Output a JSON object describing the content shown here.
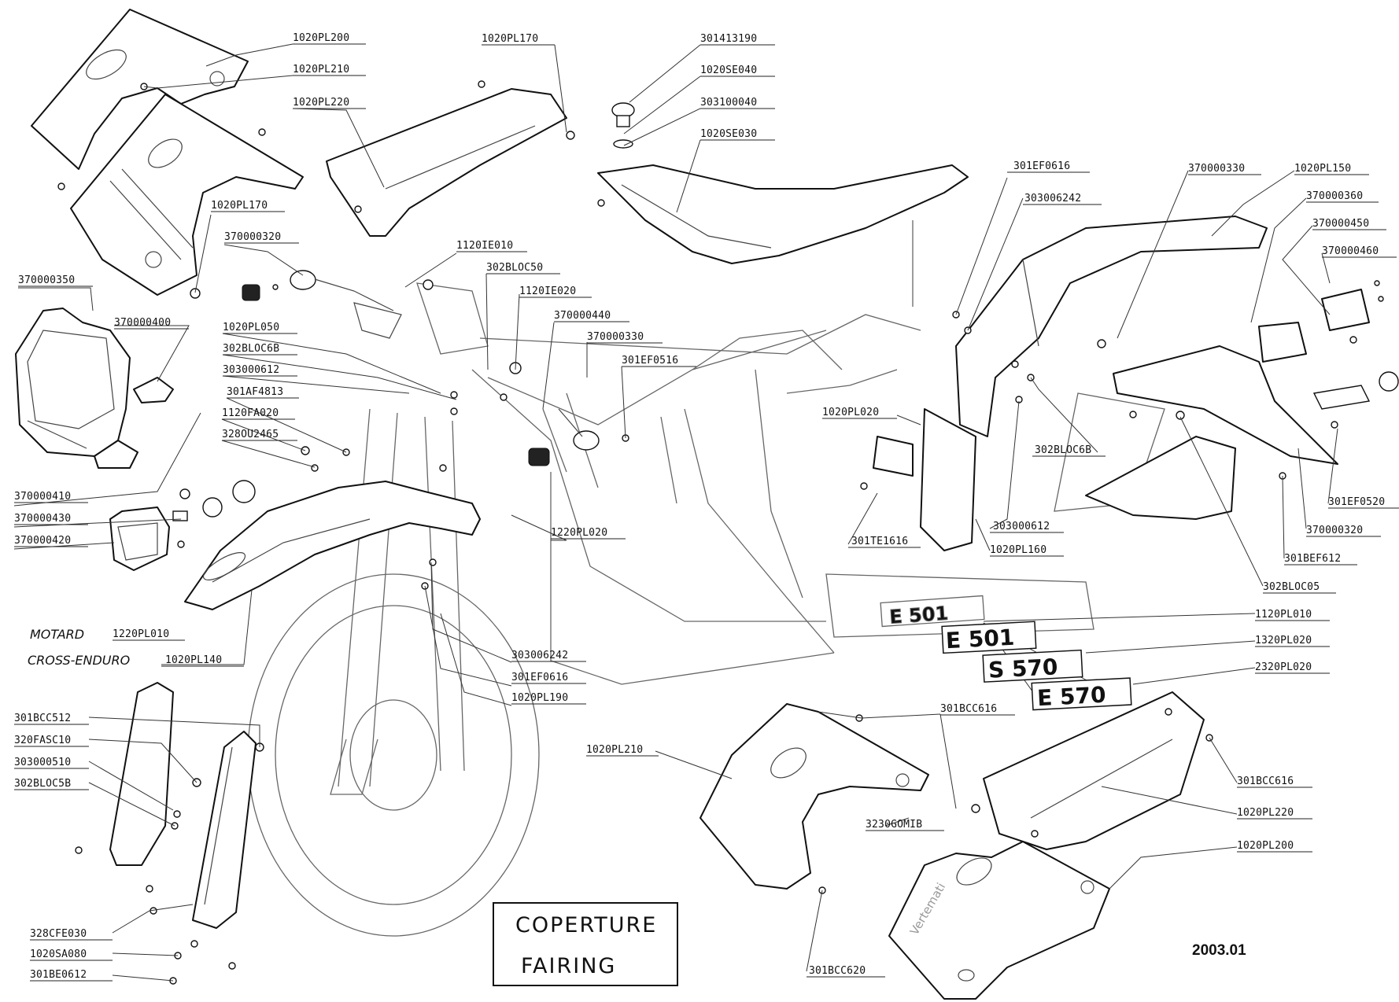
{
  "title_box": {
    "line1": "COPERTURE",
    "line2": "FAIRING"
  },
  "date": "2003.01",
  "motard_label": "MOTARD",
  "cross_enduro_label": "CROSS-ENDURO",
  "decals": [
    "E 501",
    "S 570",
    "E 570"
  ],
  "frame_decal": "E 501",
  "watermark": "Vertemati",
  "part_labels": [
    "1020PL200",
    "1020PL210",
    "1020PL220",
    "1020PL170",
    "301413190",
    "1020SE040",
    "303100040",
    "1020SE030",
    "1020PL170",
    "370000320",
    "1120IE010",
    "302BLOC50",
    "1120IE020",
    "370000440",
    "370000330",
    "301EF0516",
    "370000350",
    "370000400",
    "1020PL050",
    "302BLOC6B",
    "303000612",
    "301AF4813",
    "1120FA020",
    "328OU2465",
    "370000410",
    "370000430",
    "370000420",
    "1220PL010",
    "1020PL140",
    "1220PL020",
    "303006242",
    "301EF0616",
    "1020PL190",
    "301EF0616",
    "303006242",
    "370000330",
    "1020PL150",
    "370000360",
    "370000450",
    "370000460",
    "1020PL020",
    "302BLOC6B",
    "303000612",
    "1020PL160",
    "301TE1616",
    "301EF0520",
    "370000320",
    "301BEF612",
    "302BLOC05",
    "1120PL010",
    "1320PL020",
    "2320PL020",
    "301BCC512",
    "320FASC10",
    "303000510",
    "302BLOC5B",
    "328CFE030",
    "1020SA080",
    "301BE0612",
    "1020PL210",
    "301BCC616",
    "3230GOMIB",
    "301BCC620",
    "301BCC616",
    "1020PL220",
    "1020PL200"
  ]
}
